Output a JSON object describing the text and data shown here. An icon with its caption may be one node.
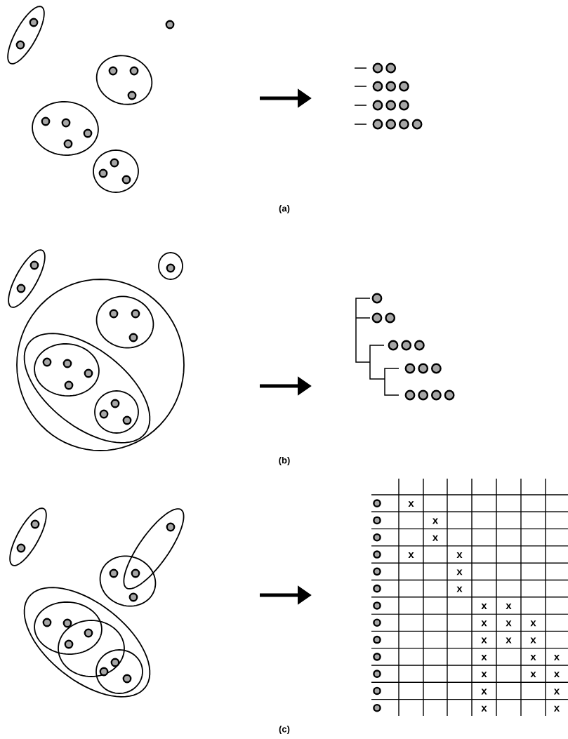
{
  "diagram": {
    "labels": [
      "(a)",
      "(b)",
      "x",
      "x",
      "x",
      "x",
      "x",
      "x",
      "x",
      "x",
      "x",
      "x",
      "x",
      "x",
      "x",
      "x",
      "x",
      "x",
      "x",
      "x",
      "x",
      "x",
      "x",
      "x",
      "x",
      "x",
      "x",
      "(c)"
    ]
  }
}
